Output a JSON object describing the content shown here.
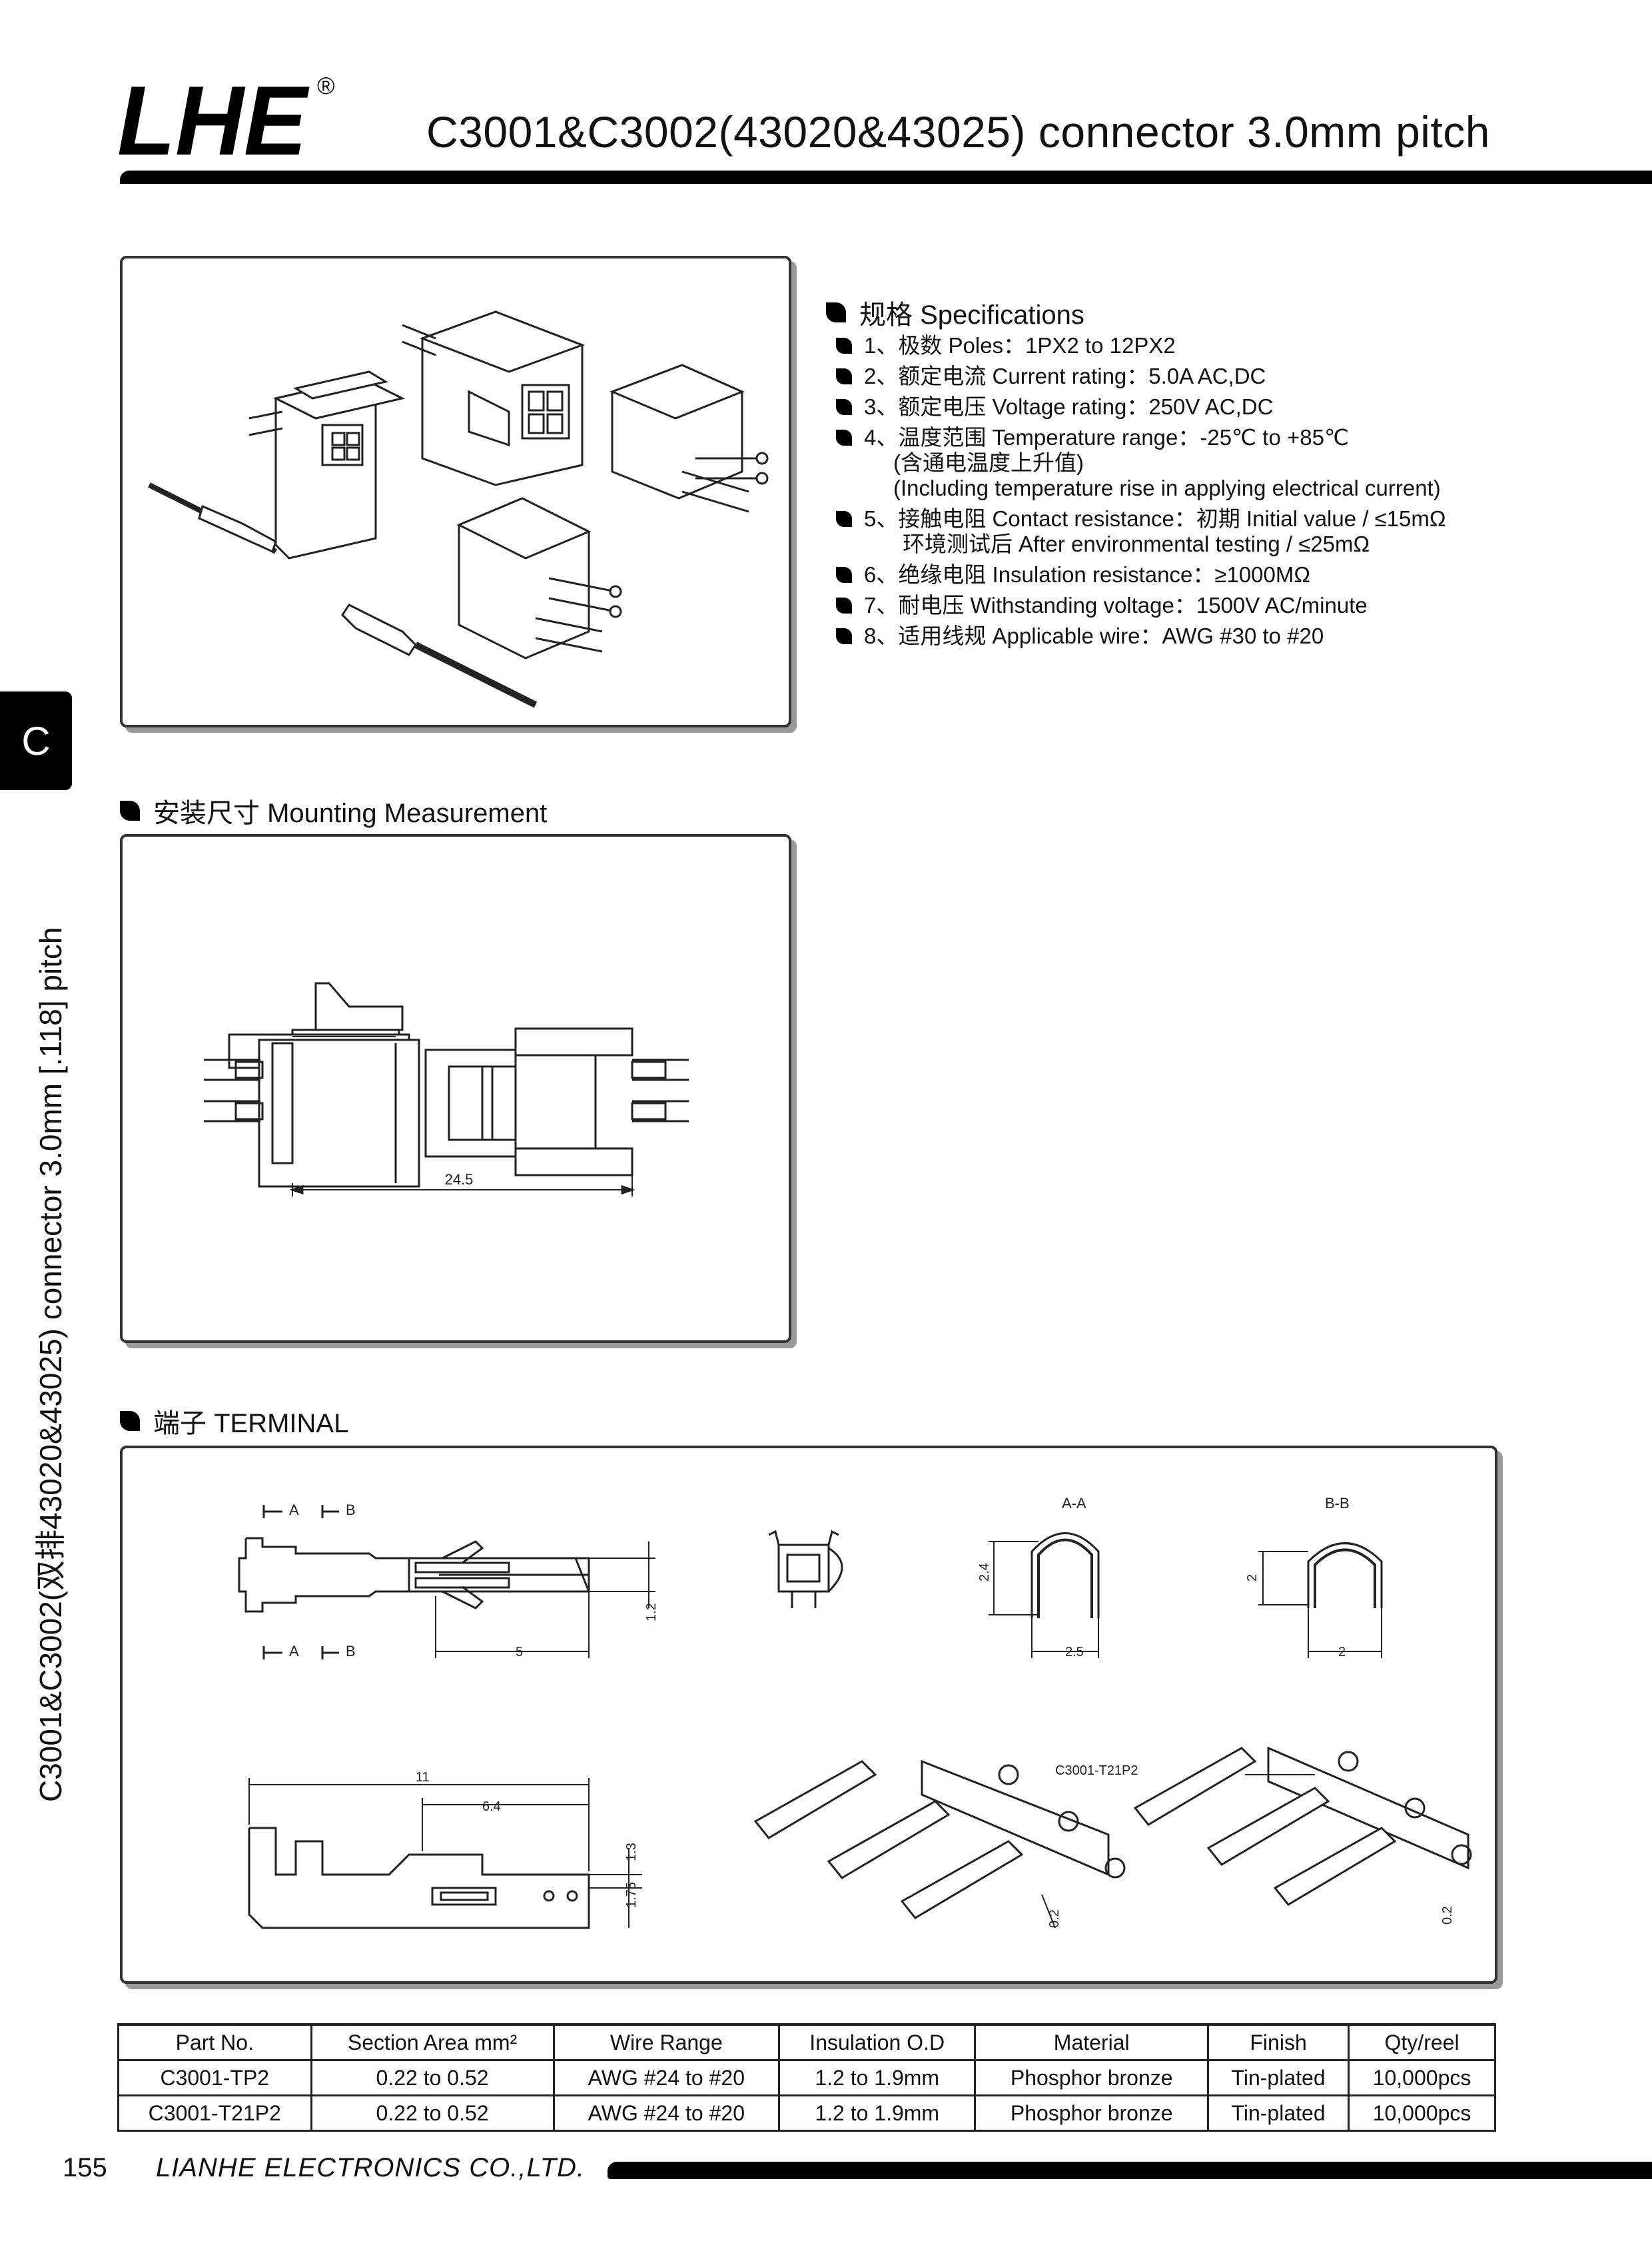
{
  "header": {
    "logo_text": "LHE",
    "registered_mark": "®",
    "title": "C3001&C3002(43020&43025) connector 3.0mm pitch"
  },
  "side": {
    "tab_letter": "C",
    "vertical_text": "C3001&C3002(双排43020&43025) connector 3.0mm [.118] pitch"
  },
  "specifications": {
    "heading": "规格 Specifications",
    "items": [
      {
        "lines": [
          "1、极数 Poles：1PX2 to 12PX2"
        ]
      },
      {
        "lines": [
          "2、额定电流 Current rating：5.0A  AC,DC"
        ]
      },
      {
        "lines": [
          "3、额定电压 Voltage rating：250V  AC,DC"
        ]
      },
      {
        "lines": [
          "4、温度范围 Temperature range：-25℃ to +85℃",
          "(含通电温度上升值)",
          "(Including temperature rise in applying electrical current)"
        ]
      },
      {
        "lines": [
          "5、接触电阻 Contact resistance：初期 Initial value / ≤15mΩ",
          "环境测试后 After environmental testing / ≤25mΩ"
        ]
      },
      {
        "lines": [
          "6、绝缘电阻 Insulation resistance：≥1000MΩ"
        ]
      },
      {
        "lines": [
          "7、耐电压 Withstanding voltage：1500V  AC/minute"
        ]
      },
      {
        "lines": [
          "8、适用线规 Applicable wire：AWG #30 to #20"
        ]
      }
    ]
  },
  "mounting": {
    "heading": "安装尺寸 Mounting Measurement",
    "dim_length": "24.5"
  },
  "terminal": {
    "heading": "端子 TERMINAL",
    "section_a": "A",
    "section_b": "B",
    "label_aa": "A-A",
    "label_bb": "B-B",
    "dim_12": "1.2",
    "dim_5": "5",
    "dim_24": "2.4",
    "dim_25": "2.5",
    "dim_2a": "2",
    "dim_2b": "2",
    "dim_11": "11",
    "dim_64": "6.4",
    "dim_13": "1.3",
    "dim_175": "1.75",
    "dim_02a": "0.2",
    "dim_02b": "0.2",
    "reel_label": "C3001-T21P2"
  },
  "table": {
    "headers": [
      "Part No.",
      "Section Area mm²",
      "Wire Range",
      "Insulation O.D",
      "Material",
      "Finish",
      "Qty/reel"
    ],
    "rows": [
      [
        "C3001-TP2",
        "0.22 to 0.52",
        "AWG #24 to #20",
        "1.2 to 1.9mm",
        "Phosphor bronze",
        "Tin-plated",
        "10,000pcs"
      ],
      [
        "C3001-T21P2",
        "0.22 to 0.52",
        "AWG #24 to #20",
        "1.2 to 1.9mm",
        "Phosphor bronze",
        "Tin-plated",
        "10,000pcs"
      ]
    ]
  },
  "footer": {
    "page_number": "155",
    "company": "LIANHE ELECTRONICS CO.,LTD."
  }
}
